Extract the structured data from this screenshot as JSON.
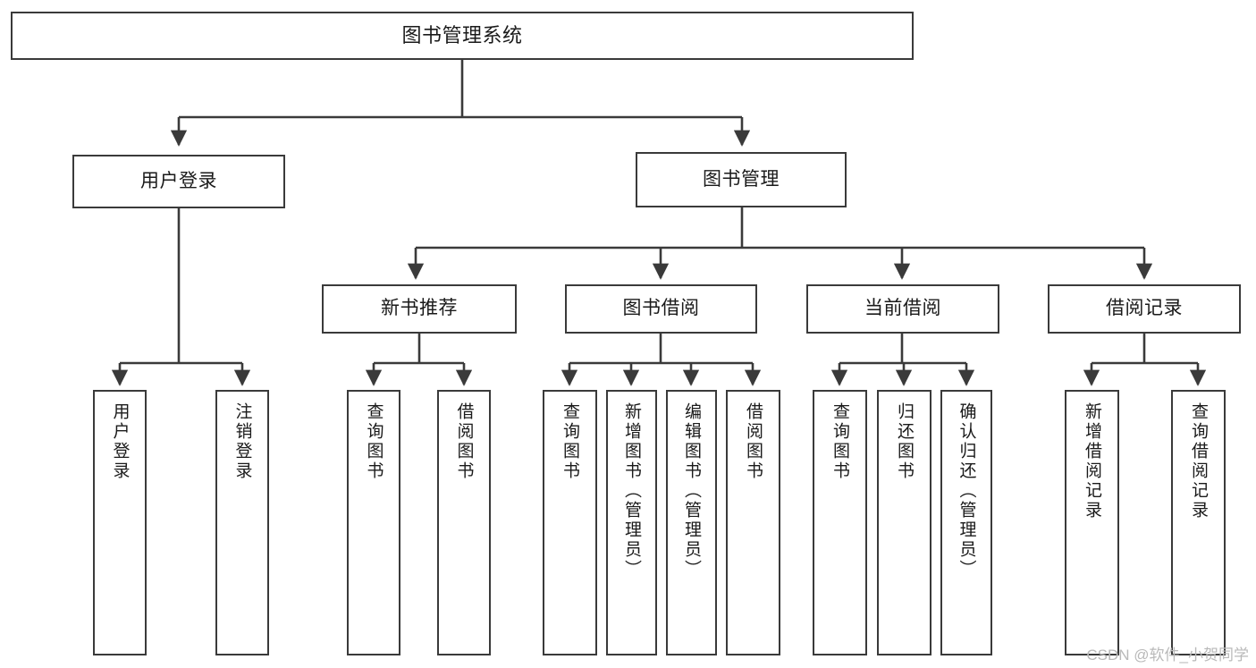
{
  "diagram": {
    "title": "图书管理系统",
    "type": "tree-hierarchy",
    "accent_color": "#3a3a3a",
    "background_color": "#ffffff",
    "root": {
      "id": "root",
      "label": "图书管理系统"
    },
    "level1": [
      {
        "id": "user-login",
        "label": "用户登录"
      },
      {
        "id": "book-management",
        "label": "图书管理"
      }
    ],
    "level2": [
      {
        "id": "new-book-recommend",
        "label": "新书推荐",
        "parent": "book-management"
      },
      {
        "id": "book-borrow",
        "label": "图书借阅",
        "parent": "book-management"
      },
      {
        "id": "current-borrow",
        "label": "当前借阅",
        "parent": "book-management"
      },
      {
        "id": "borrow-record",
        "label": "借阅记录",
        "parent": "book-management"
      }
    ],
    "leaves": {
      "user_login": [
        {
          "id": "leaf-user-login",
          "label": "用户登录"
        },
        {
          "id": "leaf-logout-login",
          "label": "注销登录"
        }
      ],
      "new_book_recommend": [
        {
          "id": "leaf-query-book-1",
          "label": "查询图书"
        },
        {
          "id": "leaf-borrow-book-1",
          "label": "借阅图书"
        }
      ],
      "book_borrow": [
        {
          "id": "leaf-query-book-2",
          "label": "查询图书"
        },
        {
          "id": "leaf-add-book",
          "label": "新增图书（管理员）"
        },
        {
          "id": "leaf-edit-book",
          "label": "编辑图书（管理员）"
        },
        {
          "id": "leaf-borrow-book-2",
          "label": "借阅图书"
        }
      ],
      "current_borrow": [
        {
          "id": "leaf-query-book-3",
          "label": "查询图书"
        },
        {
          "id": "leaf-return-book",
          "label": "归还图书"
        },
        {
          "id": "leaf-confirm-return",
          "label": "确认归还（管理员）"
        }
      ],
      "borrow_record": [
        {
          "id": "leaf-add-record",
          "label": "新增借阅记录"
        },
        {
          "id": "leaf-query-record",
          "label": "查询借阅记录"
        }
      ]
    }
  },
  "watermark": {
    "text": "CSDN @软件_小贺同学"
  }
}
